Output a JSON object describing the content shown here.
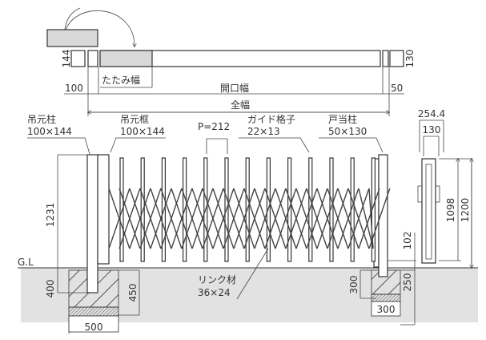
{
  "plan_view": {
    "left_post_depth": "144",
    "right_post_depth": "130",
    "fold_width": "たたみ幅",
    "left_post_width": "100",
    "opening_width": "開口幅",
    "right_post_width": "50",
    "total_width": "全幅"
  },
  "elevation": {
    "hinge_post": {
      "name": "吊元柱",
      "size": "100×144"
    },
    "hinge_frame": {
      "name": "吊元框",
      "size": "100×144"
    },
    "pitch": "P=212",
    "guide_lattice": {
      "name": "ガイド格子",
      "size": "22×13"
    },
    "stop_post": {
      "name": "戸当柱",
      "size": "50×130"
    },
    "link": {
      "name": "リンク材",
      "size": "36×24"
    },
    "ground_level": "G.L",
    "post_height": "1231",
    "left_embed": "400",
    "left_footing_depth": "450",
    "left_footing_width": "500",
    "right_embed": "300",
    "right_footing_depth": "250",
    "right_footing_width": "300",
    "bottom_clearance": "102"
  },
  "side_view": {
    "overall_depth": "254.4",
    "post_depth": "130",
    "gate_height": "1098",
    "total_height": "1200"
  },
  "colors": {
    "fill_gray": "#d9d9d9",
    "ground": "#e2e2e2",
    "line": "#333333"
  }
}
